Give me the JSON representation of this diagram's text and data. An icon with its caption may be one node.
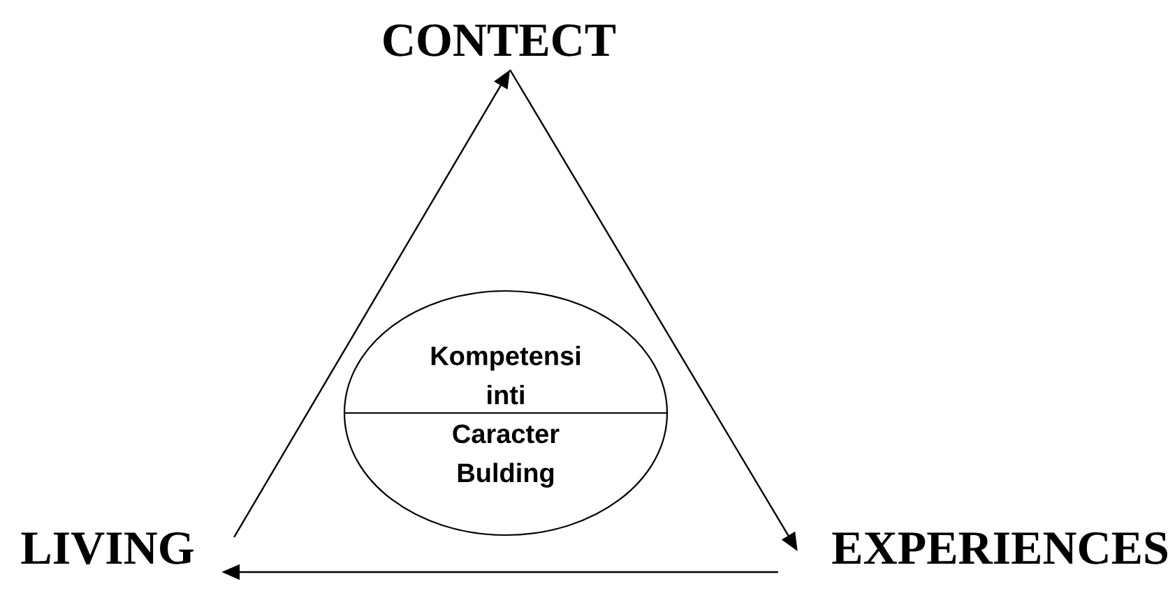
{
  "diagram": {
    "nodes": [
      {
        "text": [
          "CONTECT"
        ]
      },
      {
        "text": [
          "Kompetensi inti",
          "Caracter Bulding"
        ]
      },
      {
        "text": [
          "LIVING"
        ]
      },
      {
        "text": [
          "EXPERIENCES"
        ]
      }
    ],
    "edges": [
      {
        "from": 2,
        "to": 0,
        "arrow": "to"
      },
      {
        "from": 0,
        "to": 3,
        "arrow": "to"
      },
      {
        "from": 3,
        "to": 2,
        "arrow": "to"
      }
    ]
  }
}
